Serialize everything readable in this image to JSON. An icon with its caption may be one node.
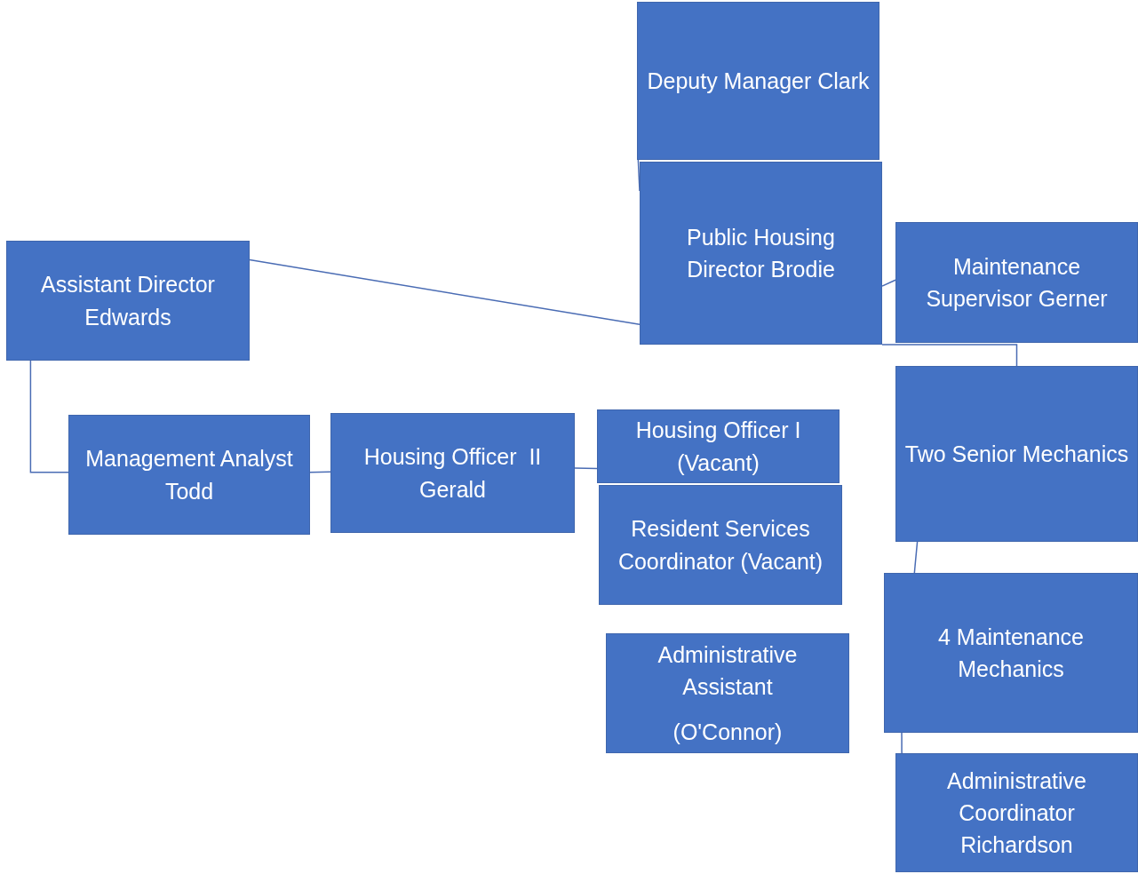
{
  "diagram": {
    "nodes": [
      {
        "text": [
          "Deputy Manager Clark"
        ]
      },
      {
        "text": [
          "Public Housing Director Brodie"
        ]
      },
      {
        "text": [
          "Maintenance Supervisor Gerner"
        ]
      },
      {
        "text": [
          "Assistant Director Edwards"
        ]
      },
      {
        "text": [
          "Management Analyst Todd"
        ]
      },
      {
        "text": [
          "Housing Officer  II Gerald"
        ]
      },
      {
        "text": [
          "Housing Officer I (Vacant)"
        ]
      },
      {
        "text": [
          "Resident Services Coordinator (Vacant)"
        ]
      },
      {
        "text": [
          "Administrative Assistant",
          "(O'Connor)"
        ]
      },
      {
        "text": [
          "Two Senior Mechanics"
        ]
      },
      {
        "text": [
          "4 Maintenance Mechanics"
        ]
      },
      {
        "text": [
          "Administrative Coordinator Richardson"
        ]
      }
    ],
    "edges": [
      {
        "from": 0,
        "to": 1,
        "arrow": "none"
      },
      {
        "from": 1,
        "to": 3,
        "arrow": "none"
      },
      {
        "from": 1,
        "to": 2,
        "arrow": "none"
      },
      {
        "from": 1,
        "to": 9,
        "arrow": "none"
      },
      {
        "from": 3,
        "to": 4,
        "arrow": "none"
      },
      {
        "from": 4,
        "to": 5,
        "arrow": "none"
      },
      {
        "from": 5,
        "to": 6,
        "arrow": "none"
      },
      {
        "from": 9,
        "to": 10,
        "arrow": "none"
      },
      {
        "from": 10,
        "to": 11,
        "arrow": "none"
      }
    ]
  }
}
